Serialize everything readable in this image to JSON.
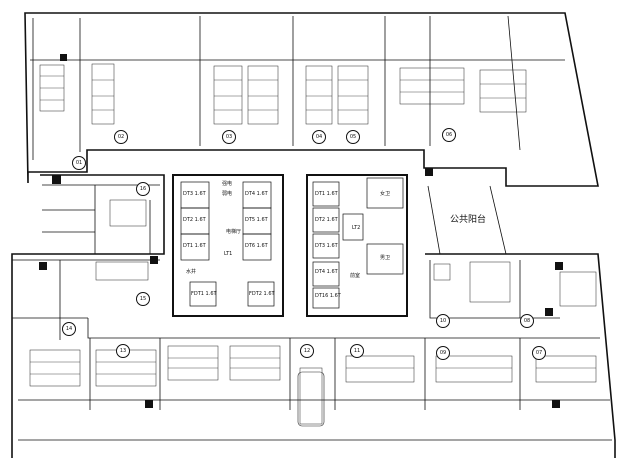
{
  "plan": {
    "zone_label": "公共阳台",
    "core": {
      "west_lifts": [
        "DT3 1.6T",
        "DT4 1.6T",
        "DT2 1.6T",
        "DT5 1.6T",
        "DT1 1.6T",
        "DT6 1.6T"
      ],
      "west_freight": [
        "FDT1 1.6T",
        "FDT2 1.6T"
      ],
      "east_lifts": [
        "DT1 1.6T",
        "DT2 1.6T",
        "DT3 1.6T",
        "DT4 1.6T",
        "DT16 1.6T"
      ],
      "tags": [
        "LT1",
        "LT2",
        "水井",
        "强电",
        "弱电",
        "女卫",
        "男卫",
        "前室",
        "电梯厅"
      ]
    },
    "room_numbers": [
      "01",
      "02",
      "03",
      "04",
      "05",
      "06",
      "07",
      "08",
      "09",
      "10",
      "11",
      "12",
      "13",
      "14",
      "15",
      "16"
    ]
  }
}
